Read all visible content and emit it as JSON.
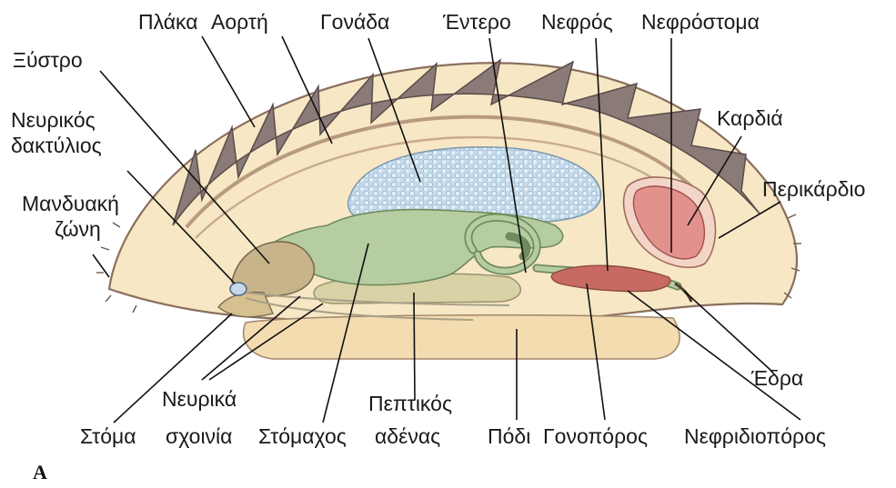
{
  "panel_letter": "A",
  "labels": {
    "plate": "Πλάκα",
    "aorta": "Αορτή",
    "gonad": "Γονάδα",
    "intestine": "Έντερο",
    "kidney": "Νεφρός",
    "nephrostome": "Νεφρόστομα",
    "radula": "Ξύστρο",
    "nerve_ring_1": "Νευρικός",
    "nerve_ring_2": "δακτύλιος",
    "heart": "Καρδιά",
    "pericardium": "Περικάρδιο",
    "girdle_1": "Μανδυακή",
    "girdle_2": "ζώνη",
    "anus": "Έδρα",
    "nerve_cords_1": "Νευρικά",
    "nerve_cords_2": "σχοινία",
    "digestive_gland_1": "Πεπτικός",
    "digestive_gland_2": "αδένας",
    "mouth": "Στόμα",
    "stomach": "Στόμαχος",
    "foot": "Πόδι",
    "gonopore": "Γονοπόρος",
    "nephridiopore": "Νεφριδιοπόρος"
  },
  "colors": {
    "body_fill": "#f7e7c4",
    "plates": "#8a7a78",
    "girdle_line": "#b89a7f",
    "gonad": "#c6dcec",
    "digestive": "#b5cda0",
    "digestive_gland": "#d8d2a6",
    "heart": "#e3918c",
    "kidney": "#c76b62",
    "pericardium": "#f3d5c8"
  }
}
